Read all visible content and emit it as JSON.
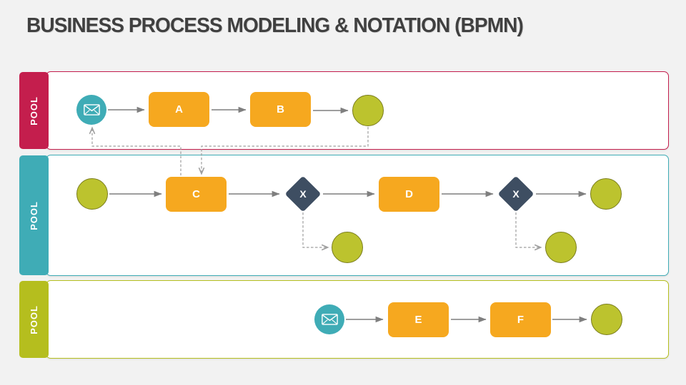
{
  "slide": {
    "title": "BUSINESS PROCESS MODELING & NOTATION (BPMN)"
  },
  "colors": {
    "background": "#F2F2F2",
    "title_text": "#404040",
    "pool_1": "#C41E4D",
    "pool_2": "#3FACB6",
    "pool_3": "#B5BE1E",
    "task_fill": "#F6A81F",
    "gateway_fill": "#3E4E62",
    "event_fill": "#BCC32E",
    "event_border": "#7A7D1D",
    "message_event_fill": "#3FACB6",
    "sequence_arrow": "#7F7F7F",
    "message_flow": "#9E9E9E"
  },
  "pools": [
    {
      "label": "POOL",
      "color": "#C41E4D",
      "tasks": [
        {
          "label": "A"
        },
        {
          "label": "B"
        }
      ],
      "events": [
        "message-start-event",
        "end-event"
      ],
      "flow": "message-start-event → A → B → end-event"
    },
    {
      "label": "POOL",
      "color": "#3FACB6",
      "tasks": [
        {
          "label": "C"
        },
        {
          "label": "D"
        }
      ],
      "gateways": [
        {
          "label": "X"
        },
        {
          "label": "X"
        }
      ],
      "events": [
        "start-event",
        "branch-end-event",
        "branch-end-event",
        "end-event"
      ],
      "flow": "start-event → C → gateway X → D → gateway X → end-event; each gateway also branches down to an end-event"
    },
    {
      "label": "POOL",
      "color": "#B5BE1E",
      "tasks": [
        {
          "label": "E"
        },
        {
          "label": "F"
        }
      ],
      "events": [
        "message-start-event",
        "end-event"
      ],
      "flow": "message-start-event → E → F → end-event"
    }
  ],
  "message_flows": [
    "task C → pool-1 message-start-event (dashed)",
    "pool-1 end-event → task C (dashed)"
  ]
}
